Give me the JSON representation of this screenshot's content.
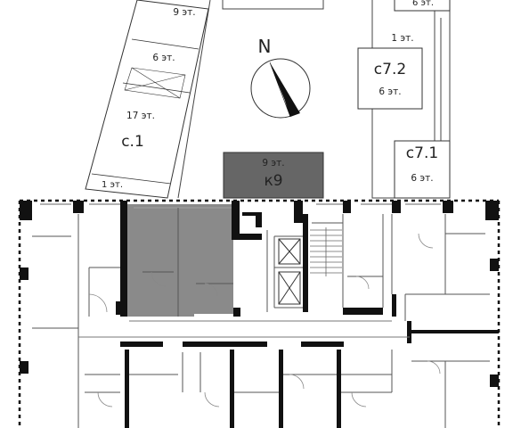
{
  "site": {
    "buildings": [
      {
        "id": "c1",
        "name": "с.1",
        "floors": [
          "9 эт.",
          "6 эт.",
          "17 эт.",
          "1 эт."
        ]
      },
      {
        "id": "c7_2",
        "name": "с7.2",
        "floors": [
          "6 эт.",
          "1 эт.",
          "6 эт."
        ]
      },
      {
        "id": "c7_1",
        "name": "с7.1",
        "floors": [
          "6 эт."
        ]
      },
      {
        "id": "k9",
        "name": "к9",
        "floors": [
          "9 эт."
        ],
        "highlight": "#666666"
      }
    ],
    "compass": {
      "label": "N"
    }
  },
  "floorplan": {
    "selected_unit_color": "#8a8a8a",
    "wall_color": "#111111"
  }
}
